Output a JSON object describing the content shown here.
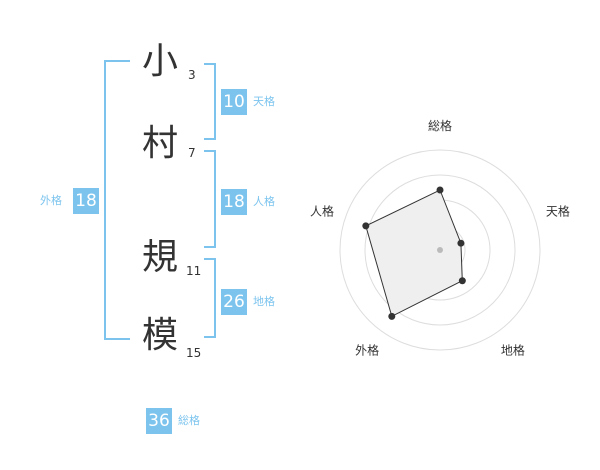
{
  "name": {
    "chars": [
      {
        "char": "小",
        "strokes": "3"
      },
      {
        "char": "村",
        "strokes": "7"
      },
      {
        "char": "規",
        "strokes": "11"
      },
      {
        "char": "模",
        "strokes": "15"
      }
    ]
  },
  "kakusu": {
    "tenkaku": {
      "value": "10",
      "label": "天格"
    },
    "jinkaku": {
      "value": "18",
      "label": "人格"
    },
    "chikaku": {
      "value": "26",
      "label": "地格"
    },
    "gaikaku": {
      "value": "18",
      "label": "外格"
    },
    "soukaku": {
      "value": "36",
      "label": "総格"
    }
  },
  "colors": {
    "accent": "#7cc4ee",
    "text": "#333333"
  },
  "chart_data": {
    "type": "radar",
    "axes": [
      "総格",
      "天格",
      "地格",
      "外格",
      "人格"
    ],
    "values": [
      0.6,
      0.22,
      0.38,
      0.82,
      0.78
    ],
    "range": [
      0,
      1
    ],
    "rings": 4
  }
}
